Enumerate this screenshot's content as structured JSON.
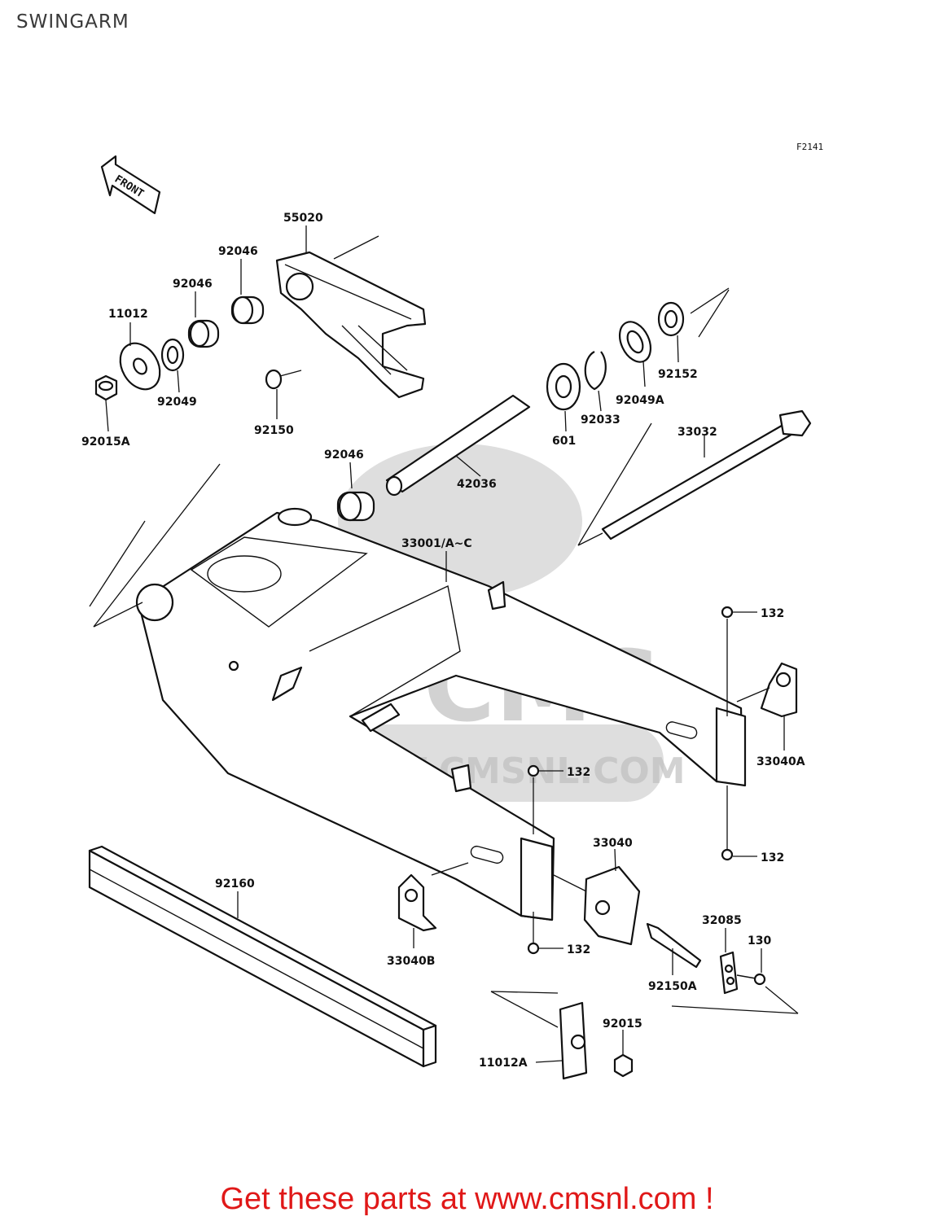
{
  "page": {
    "title": "SWINGARM",
    "figure_ref": "F2141",
    "front_arrow_label": "FRONT",
    "footer": "Get these parts at www.cmsnl.com !"
  },
  "watermark": {
    "brand": "CMS",
    "url": "WWW.CMSNL.COM"
  },
  "parts": {
    "p55020": "55020",
    "p92046_a": "92046",
    "p92046_b": "92046",
    "p11012": "11012",
    "p92049": "92049",
    "p92015A": "92015A",
    "p92150": "92150",
    "p92046_c": "92046",
    "p42036": "42036",
    "p601": "601",
    "p92033": "92033",
    "p92049A": "92049A",
    "p92152": "92152",
    "p33032": "33032",
    "p33001": "33001/A~C",
    "p132_a": "132",
    "p33040A": "33040A",
    "p132_b": "132",
    "p132_c": "132",
    "p33040": "33040",
    "p92160": "92160",
    "p132_d": "132",
    "p33040B": "33040B",
    "p32085": "32085",
    "p130": "130",
    "p92150A": "92150A",
    "p92015": "92015",
    "p11012A": "11012A"
  },
  "icons": {
    "front_arrow": "front-direction-arrow"
  }
}
